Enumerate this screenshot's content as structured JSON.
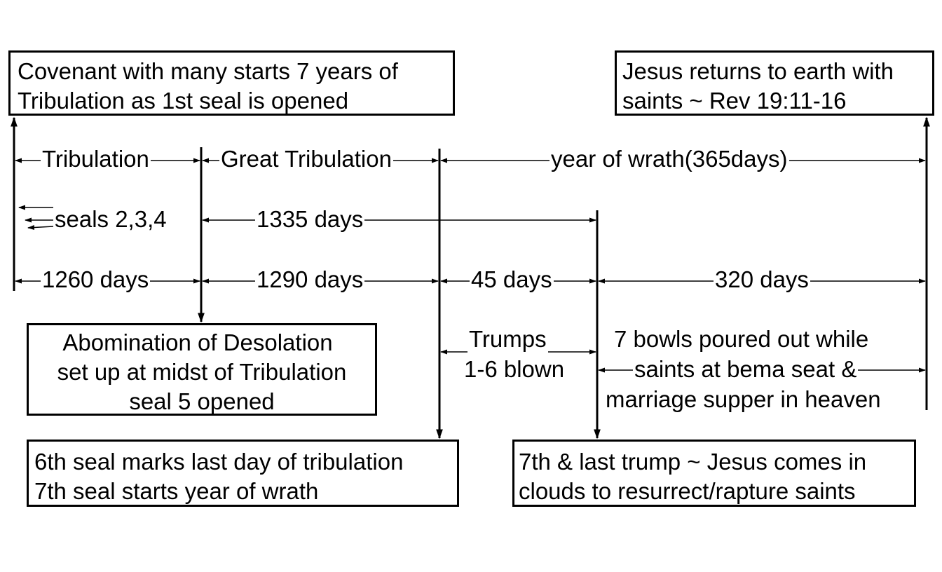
{
  "boxes": {
    "covenant": {
      "line1": "Covenant with many starts 7 years of",
      "line2": "Tribulation as 1st seal is opened"
    },
    "jesus_returns": {
      "line1": "Jesus returns to earth with",
      "line2": "saints ~  Rev 19:11-16"
    },
    "abomination": {
      "line1": "Abomination of Desolation",
      "line2": "set up at midst of Tribulation",
      "line3": "seal 5 opened"
    },
    "sixth_seal": {
      "line1": "6th seal marks last day of tribulation",
      "line2": "7th seal starts year of wrath"
    },
    "seventh_trump": {
      "line1": "7th & last trump ~ Jesus comes in",
      "line2": "clouds to resurrect/rapture saints"
    }
  },
  "periods": {
    "tribulation": "Tribulation",
    "great_tribulation": "Great Tribulation",
    "year_of_wrath": "year of wrath(365days)",
    "seals_234": "seals 2,3,4",
    "days_1335": "1335 days",
    "days_1260": "1260 days",
    "days_1290": "1290 days",
    "days_45": "45 days",
    "days_320": "320 days"
  },
  "notes": {
    "trumps_line1": "Trumps",
    "trumps_line2": "1-6 blown",
    "bowls_line1": "7 bowls poured out while",
    "bowls_line2": "saints at bema seat &",
    "bowls_line3": "marriage supper in heaven"
  }
}
